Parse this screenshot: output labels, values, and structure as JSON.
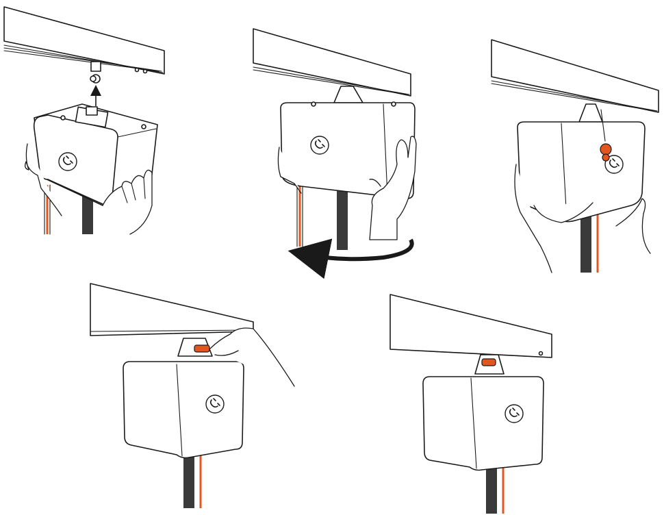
{
  "steps": [
    {
      "action": "lift-and-hook"
    },
    {
      "action": "rotate-to-lock"
    },
    {
      "action": "attach-safety-cord"
    },
    {
      "action": "tighten-locking-screw"
    },
    {
      "action": "installed"
    }
  ],
  "colors": {
    "line": "#1a1a1a",
    "accent": "#e2561f",
    "pole": "#3a3a3a",
    "background": "#ffffff"
  },
  "icons": [
    "device-logo-icon",
    "rotation-arrow-icon",
    "up-arrow-icon"
  ]
}
